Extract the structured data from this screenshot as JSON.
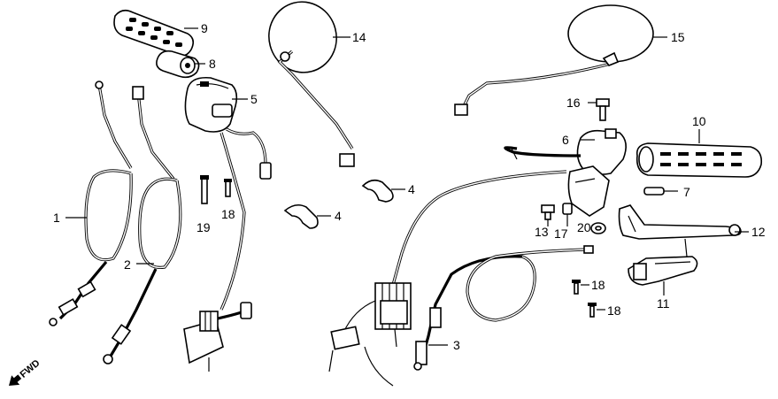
{
  "parts": [
    {
      "id": "p1",
      "label": "1"
    },
    {
      "id": "p2",
      "label": "2"
    },
    {
      "id": "p3",
      "label": "3"
    },
    {
      "id": "p4a",
      "label": "4"
    },
    {
      "id": "p4b",
      "label": "4"
    },
    {
      "id": "p5",
      "label": "5"
    },
    {
      "id": "p6",
      "label": "6"
    },
    {
      "id": "p7",
      "label": "7"
    },
    {
      "id": "p8",
      "label": "8"
    },
    {
      "id": "p9",
      "label": "9"
    },
    {
      "id": "p10",
      "label": "10"
    },
    {
      "id": "p11",
      "label": "11"
    },
    {
      "id": "p12",
      "label": "12"
    },
    {
      "id": "p13",
      "label": "13"
    },
    {
      "id": "p14",
      "label": "14"
    },
    {
      "id": "p15",
      "label": "15"
    },
    {
      "id": "p16",
      "label": "16"
    },
    {
      "id": "p17",
      "label": "17"
    },
    {
      "id": "p18a",
      "label": "18"
    },
    {
      "id": "p18b",
      "label": "18"
    },
    {
      "id": "p18c",
      "label": "18"
    },
    {
      "id": "p19",
      "label": "19"
    },
    {
      "id": "p20",
      "label": "20"
    }
  ],
  "direction_marker": {
    "text": "FWD"
  },
  "colors": {
    "ink": "#000000",
    "paper": "#ffffff"
  }
}
